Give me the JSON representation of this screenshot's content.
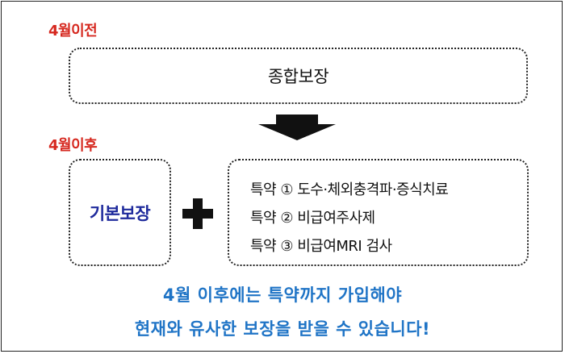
{
  "before": {
    "label": "4월이전",
    "coverage": "종합보장"
  },
  "after": {
    "label": "4월이후",
    "basic": "기본보장",
    "riders": [
      "특약 ① 도수·체외충격파·증식치료",
      "특약 ② 비급여주사제",
      "특약 ③ 비급여MRI 검사"
    ]
  },
  "caption": {
    "line1": "4월 이후에는 특약까지 가입해야",
    "line2": "현재와 유사한 보장을 받을 수 있습니다!"
  },
  "colors": {
    "section_label": "#d6281f",
    "basic_text": "#1e2a9c",
    "caption_text": "#1f74c6"
  }
}
